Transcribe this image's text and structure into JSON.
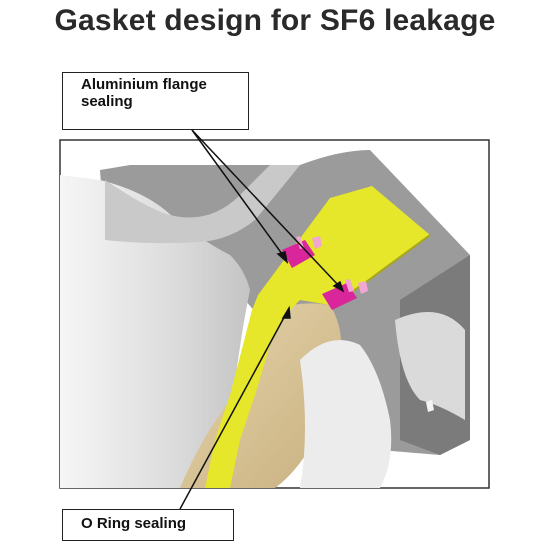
{
  "title": "Gasket design for SF6 leakage",
  "labels": {
    "flange_line1": "Aluminium flange",
    "flange_line2": "sealing",
    "oring": "O Ring sealing"
  },
  "colors": {
    "gray_body": "#9b9b9b",
    "gray_dark": "#6f6f6f",
    "bore_light": "#e4e4e4",
    "gasket_yellow": "#e6e62a",
    "oring_tan": "#d9c49a",
    "seal_magenta": "#d9269a"
  }
}
